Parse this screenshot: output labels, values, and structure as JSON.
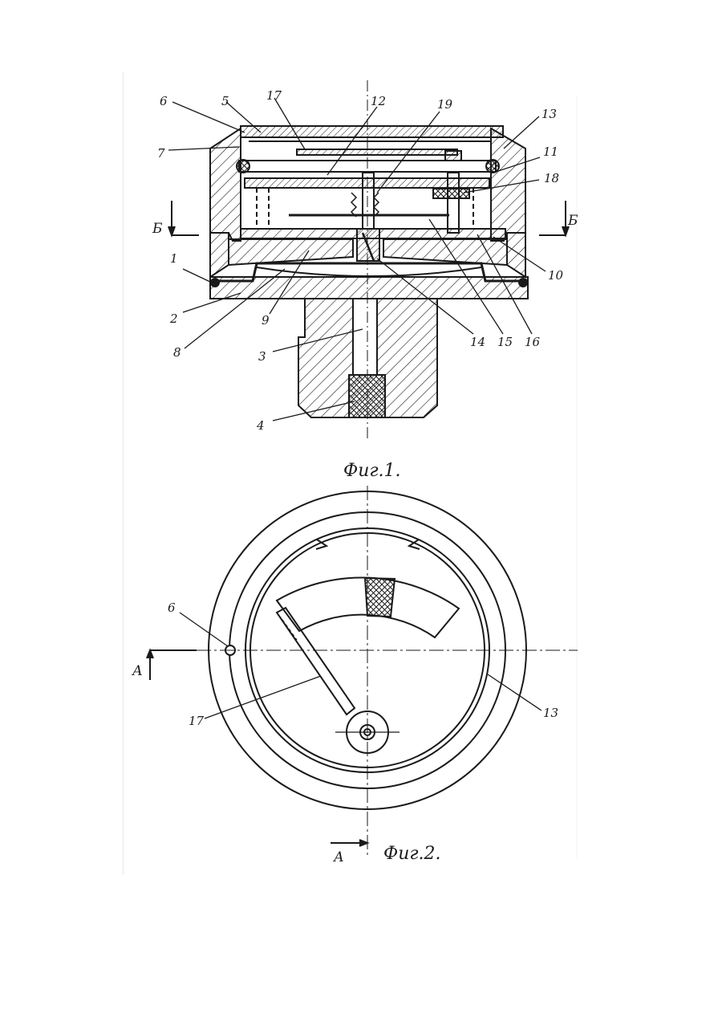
{
  "fig1": {
    "caption": "Фиг.1.",
    "section_letter": "Б",
    "callouts": [
      "1",
      "2",
      "3",
      "4",
      "5",
      "6",
      "7",
      "8",
      "9",
      "10",
      "11",
      "12",
      "13",
      "14",
      "15",
      "16",
      "17",
      "18",
      "19"
    ]
  },
  "fig2": {
    "caption": "Фиг.2.",
    "section_letter": "А",
    "callouts": [
      "6",
      "17",
      "13"
    ]
  },
  "colors": {
    "ink": "#1a1a1a",
    "paper": "#ffffff",
    "speckle": "#c8c8c8"
  }
}
